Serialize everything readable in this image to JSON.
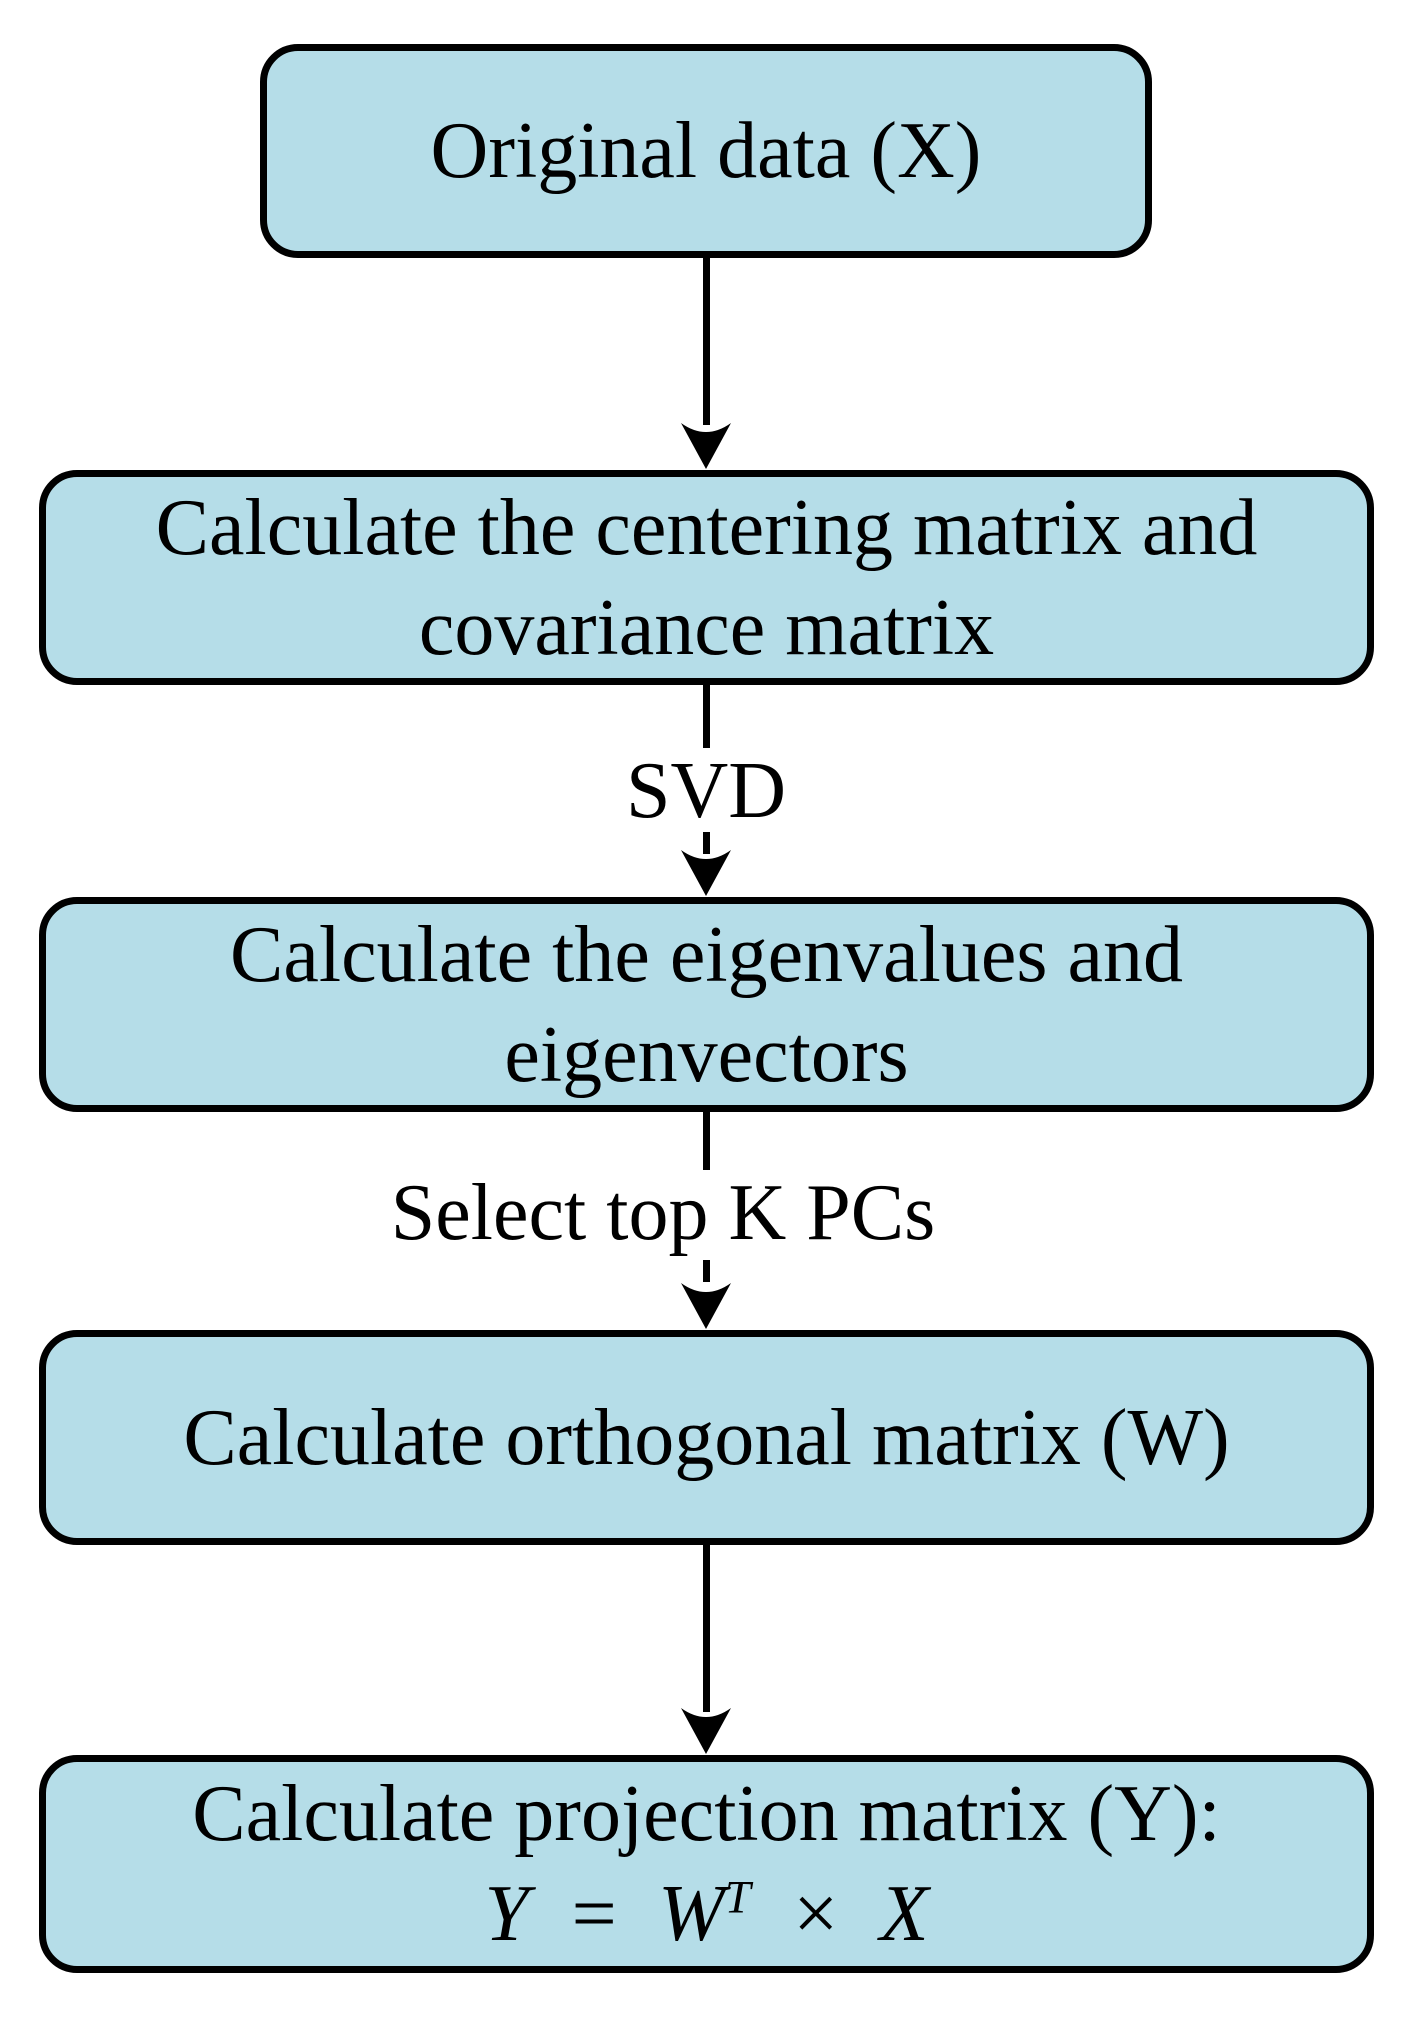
{
  "flowchart": {
    "boxes": [
      {
        "id": "original-data",
        "lines": [
          "Original data (X)"
        ]
      },
      {
        "id": "centering-covariance",
        "lines": [
          "Calculate the centering matrix and",
          "covariance matrix"
        ]
      },
      {
        "id": "eigenvalues",
        "lines": [
          "Calculate the eigenvalues and",
          "eigenvectors"
        ]
      },
      {
        "id": "orthogonal-matrix",
        "lines": [
          "Calculate orthogonal matrix (W)"
        ]
      },
      {
        "id": "projection-matrix",
        "lines": [
          "Calculate projection matrix (Y):"
        ]
      }
    ],
    "formula": {
      "lhs": "Y",
      "equals": "=",
      "base": "W",
      "superscript": "T",
      "operator": "×",
      "rhs": "X"
    },
    "edge_labels": {
      "svd": "SVD",
      "select_top_k": "Select top K PCs"
    },
    "colors": {
      "box_fill": "#b5dde8",
      "box_border": "#000000",
      "arrow_color": "#000000",
      "text_color": "#000000",
      "background": "#ffffff"
    }
  }
}
